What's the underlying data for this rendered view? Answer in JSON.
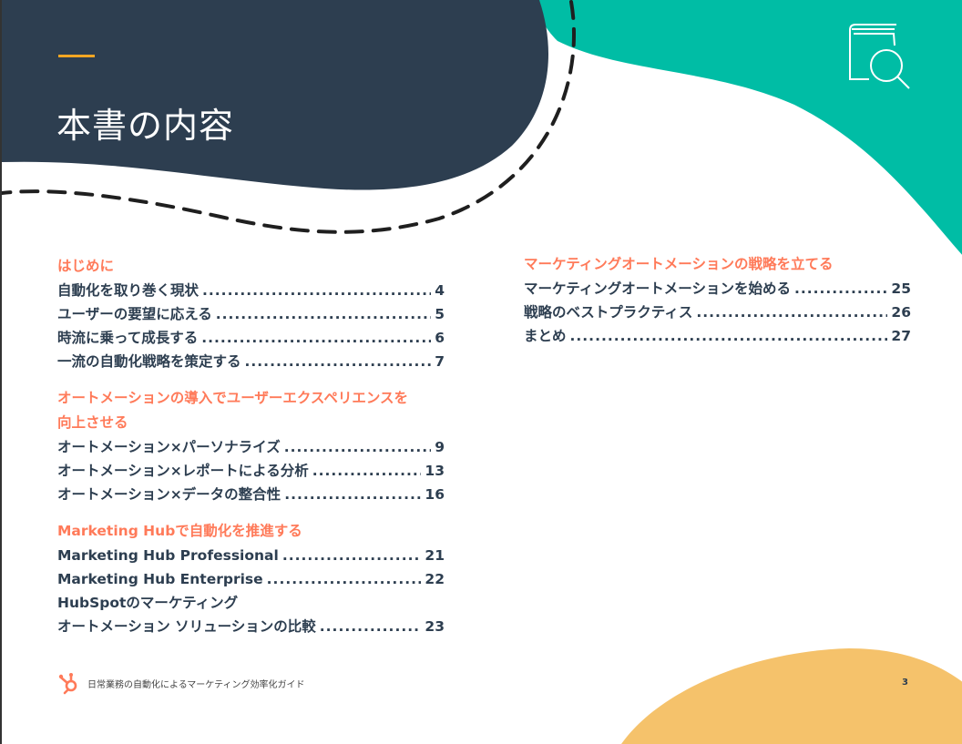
{
  "title": "本書の内容",
  "colors": {
    "navy": "#2d3e50",
    "teal": "#00bda5",
    "orange": "#ff7a59",
    "yellow": "#f5c26b"
  },
  "icons": {
    "header": "book-search-icon",
    "footer": "hubspot-sprocket-icon"
  },
  "left_column": {
    "sections": [
      {
        "heading": "はじめに",
        "entries": [
          {
            "title": "自動化を取り巻く現状",
            "page": "4"
          },
          {
            "title": "ユーザーの要望に応える",
            "page": "5"
          },
          {
            "title": "時流に乗って成長する",
            "page": "6"
          },
          {
            "title": "一流の自動化戦略を策定する",
            "page": "7"
          }
        ]
      },
      {
        "heading_line1": "オートメーションの導入でユーザーエクスペリエンスを",
        "heading_line2": "向上させる",
        "entries": [
          {
            "title": "オートメーション×パーソナライズ",
            "page": "9"
          },
          {
            "title": "オートメーション×レポートによる分析",
            "page": "13"
          },
          {
            "title": "オートメーション×データの整合性",
            "page": "16"
          }
        ]
      },
      {
        "heading": "Marketing Hubで自動化を推進する",
        "entries": [
          {
            "title": "Marketing Hub Professional",
            "page": "21"
          },
          {
            "title": "Marketing Hub Enterprise",
            "page": "22"
          }
        ],
        "multi_line_entry": {
          "line1": "HubSpotのマーケティング",
          "line2": "オートメーション ソリューションの比較",
          "page": "23"
        }
      }
    ]
  },
  "right_column": {
    "heading": "マーケティングオートメーションの戦略を立てる",
    "entries": [
      {
        "title": "マーケティングオートメーションを始める",
        "page": "25"
      },
      {
        "title": "戦略のベストプラクティス",
        "page": "26"
      },
      {
        "title": "まとめ",
        "page": "27"
      }
    ]
  },
  "footer": {
    "guide_title": "日常業務の自動化によるマーケティング効率化ガイド",
    "page_number": "3"
  }
}
